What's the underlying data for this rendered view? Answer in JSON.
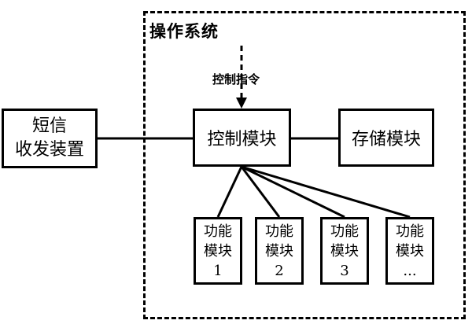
{
  "os": {
    "title": "操作系统"
  },
  "control_instruction": {
    "label": "控制指令"
  },
  "sms_device": {
    "line1": "短信",
    "line2": "收发装置"
  },
  "control_module": {
    "label": "控制模块"
  },
  "storage_module": {
    "label": "存储模块"
  },
  "function_modules": [
    {
      "line1": "功能",
      "line2": "模块",
      "number": "1"
    },
    {
      "line1": "功能",
      "line2": "模块",
      "number": "2"
    },
    {
      "line1": "功能",
      "line2": "模块",
      "number": "3"
    },
    {
      "line1": "功能",
      "line2": "模块",
      "number": "..."
    }
  ]
}
